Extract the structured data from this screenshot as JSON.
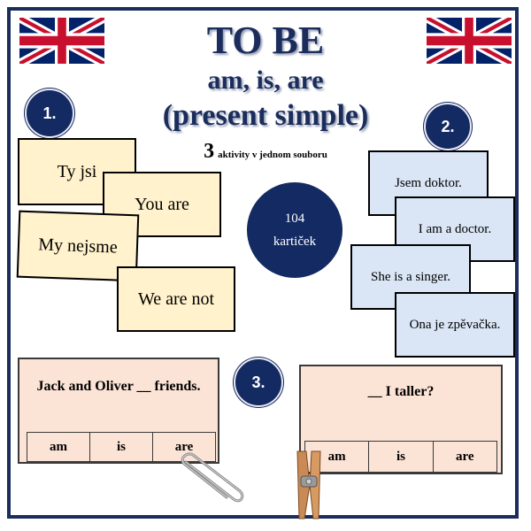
{
  "header": {
    "title": "TO BE",
    "subtitle_line1": "am, is, are",
    "subtitle_line2": "(present simple)",
    "activities_number": "3",
    "activities_text": "aktivity v jednom souboru"
  },
  "badges": {
    "one": "1.",
    "two": "2.",
    "three": "3."
  },
  "center_circle": {
    "count": "104",
    "label": "kartiček"
  },
  "activity1_cards": [
    "Ty jsi",
    "You are",
    "My nejsme",
    "We are not"
  ],
  "activity2_cards": [
    "Jsem doktor.",
    "I am a doctor.",
    "She is a singer.",
    "Ona je zpěvačka."
  ],
  "activity3": {
    "left": {
      "question": "Jack and Oliver __ friends.",
      "options": [
        "am",
        "is",
        "are"
      ]
    },
    "right": {
      "question": "__ I taller?",
      "options": [
        "am",
        "is",
        "are"
      ]
    }
  },
  "icons": {
    "flag": "uk-flag-icon",
    "clip": "paperclip-icon",
    "peg": "clothespin-icon"
  },
  "colors": {
    "navy": "#142a63",
    "card_yellow": "#fff2cc",
    "card_blue": "#dae6f6",
    "panel_pink": "#fbe3d6"
  }
}
